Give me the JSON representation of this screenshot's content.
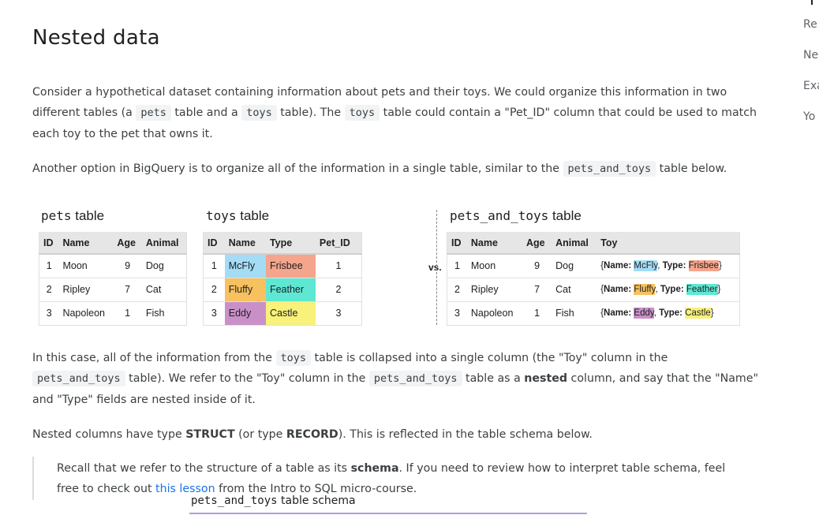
{
  "article": {
    "title": "Nested data",
    "p1": {
      "t1": "Consider a hypothetical dataset containing information about pets and their toys. We could organize this information in two different tables (a ",
      "c1": "pets",
      "t2": " table and a ",
      "c2": "toys",
      "t3": " table). The ",
      "c3": "toys",
      "t4": " table could contain a \"Pet_ID\" column that could be used to match each toy to the pet that owns it."
    },
    "p2": {
      "t1": "Another option in BigQuery is to organize all of the information in a single table, similar to the ",
      "c1": "pets_and_toys",
      "t2": " table below."
    },
    "p3": {
      "t1": "In this case, all of the information from the ",
      "c1": "toys",
      "t2": " table is collapsed into a single column (the \"Toy\" column in the ",
      "c2": "pets_and_toys",
      "t3": " table). We refer to the \"Toy\" column in the ",
      "c3": "pets_and_toys",
      "t4": " table as a ",
      "b1": "nested",
      "t5": " column, and say that the \"Name\" and \"Type\" fields are nested inside of it."
    },
    "p4": {
      "t1": "Nested columns have type ",
      "b1": "STRUCT",
      "t2": " (or type ",
      "b2": "RECORD",
      "t3": "). This is reflected in the table schema below."
    },
    "quote": {
      "t1": "Recall that we refer to the structure of a table as its ",
      "b1": "schema",
      "t2": ". If you need to review how to interpret table schema, feel free to check out ",
      "link": "this lesson",
      "t3": " from the Intro to SQL micro-course."
    },
    "schema_caption": {
      "mono": "pets_and_toys",
      "text": " table schema"
    }
  },
  "figure": {
    "pets": {
      "title_mono": "pets",
      "title_text": " table",
      "headers": [
        "ID",
        "Name",
        "Age",
        "Animal"
      ],
      "rows": [
        [
          "1",
          "Moon",
          "9",
          "Dog"
        ],
        [
          "2",
          "Ripley",
          "7",
          "Cat"
        ],
        [
          "3",
          "Napoleon",
          "1",
          "Fish"
        ]
      ]
    },
    "toys": {
      "title_mono": "toys",
      "title_text": " table",
      "headers": [
        "ID",
        "Name",
        "Type",
        "Pet_ID"
      ],
      "rows": [
        [
          "1",
          "McFly",
          "Frisbee",
          "1"
        ],
        [
          "2",
          "Fluffy",
          "Feather",
          "2"
        ],
        [
          "3",
          "Eddy",
          "Castle",
          "3"
        ]
      ]
    },
    "vs_label": "vs.",
    "pets_and_toys": {
      "title_mono": "pets_and_toys",
      "title_text": " table",
      "headers": [
        "ID",
        "Name",
        "Age",
        "Animal",
        "Toy"
      ],
      "rows": [
        [
          "1",
          "Moon",
          "9",
          "Dog"
        ],
        [
          "2",
          "Ripley",
          "7",
          "Cat"
        ],
        [
          "3",
          "Napoleon",
          "1",
          "Fish"
        ]
      ],
      "toy_open": "{",
      "toy_name_key": "Name:",
      "toy_type_key": "Type:",
      "toy_sep": ", ",
      "toy_close": "}"
    },
    "colors": {
      "McFly": "#a4dcf5",
      "Fluffy": "#f7c15f",
      "Eddy": "#c990c8",
      "Frisbee": "#f5a58b",
      "Feather": "#5ee8d3",
      "Castle": "#f8f17a"
    }
  },
  "toc": {
    "items": [
      "Re",
      "Ne",
      "Exa",
      "Yo"
    ]
  }
}
